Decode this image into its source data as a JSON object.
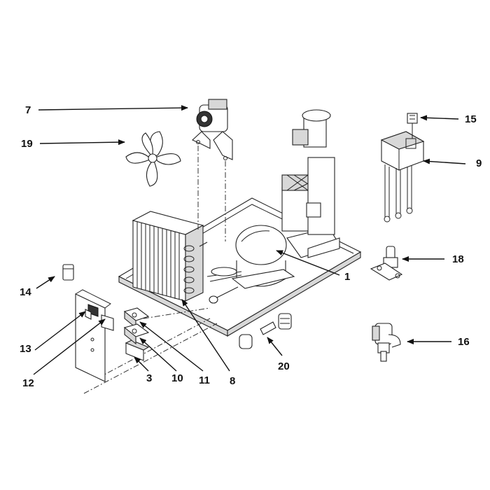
{
  "callouts": {
    "c1": "1",
    "c3": "3",
    "c7": "7",
    "c8": "8",
    "c9": "9",
    "c10": "10",
    "c11": "11",
    "c12": "12",
    "c13": "13",
    "c14": "14",
    "c15": "15",
    "c16": "16",
    "c18": "18",
    "c19": "19",
    "c20": "20"
  }
}
